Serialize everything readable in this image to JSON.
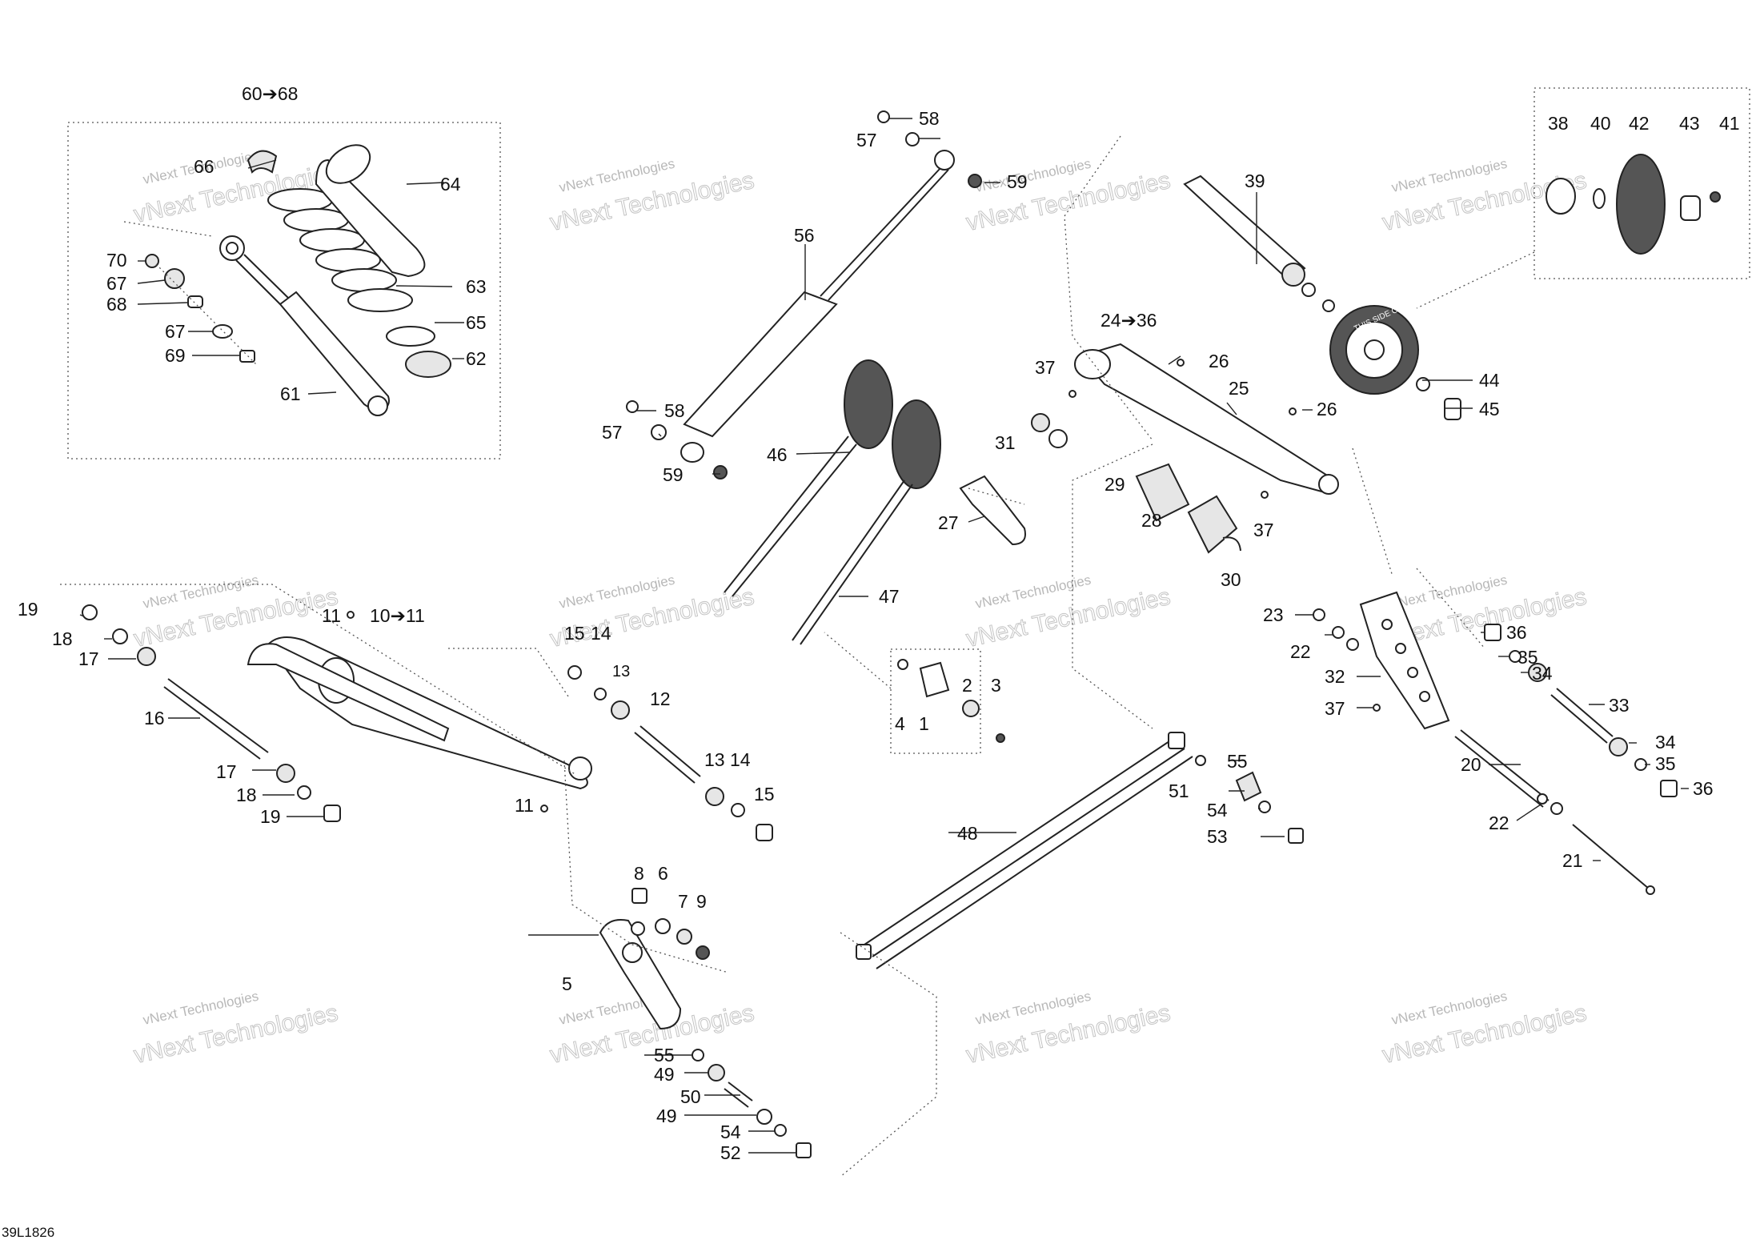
{
  "drawing_code": "39L1826",
  "watermark": {
    "line1": "vNext Technologies",
    "line2": "vNext Technologies"
  },
  "callouts": [
    {
      "id": "c60-68",
      "text": "60➔68"
    },
    {
      "id": "c66",
      "text": "66"
    },
    {
      "id": "c64",
      "text": "64"
    },
    {
      "id": "c70",
      "text": "70"
    },
    {
      "id": "c67a",
      "text": "67"
    },
    {
      "id": "c68",
      "text": "68"
    },
    {
      "id": "c63",
      "text": "63"
    },
    {
      "id": "c67b",
      "text": "67"
    },
    {
      "id": "c65",
      "text": "65"
    },
    {
      "id": "c69",
      "text": "69"
    },
    {
      "id": "c62",
      "text": "62"
    },
    {
      "id": "c61",
      "text": "61"
    },
    {
      "id": "c58a",
      "text": "58"
    },
    {
      "id": "c57a",
      "text": "57"
    },
    {
      "id": "c59a",
      "text": "59"
    },
    {
      "id": "c56",
      "text": "56"
    },
    {
      "id": "c58b",
      "text": "58"
    },
    {
      "id": "c57b",
      "text": "57"
    },
    {
      "id": "c59b",
      "text": "59"
    },
    {
      "id": "c46",
      "text": "46"
    },
    {
      "id": "c27",
      "text": "27"
    },
    {
      "id": "c47",
      "text": "47"
    },
    {
      "id": "c39",
      "text": "39"
    },
    {
      "id": "c24-36",
      "text": "24➔36"
    },
    {
      "id": "c26a",
      "text": "26"
    },
    {
      "id": "c37a",
      "text": "37"
    },
    {
      "id": "c25",
      "text": "25"
    },
    {
      "id": "c26b",
      "text": "26"
    },
    {
      "id": "c31",
      "text": "31"
    },
    {
      "id": "c29",
      "text": "29"
    },
    {
      "id": "c28",
      "text": "28"
    },
    {
      "id": "c37b",
      "text": "37"
    },
    {
      "id": "c30",
      "text": "30"
    },
    {
      "id": "c38",
      "text": "38"
    },
    {
      "id": "c40",
      "text": "40"
    },
    {
      "id": "c42",
      "text": "42"
    },
    {
      "id": "c43",
      "text": "43"
    },
    {
      "id": "c41",
      "text": "41"
    },
    {
      "id": "c44",
      "text": "44"
    },
    {
      "id": "c45",
      "text": "45"
    },
    {
      "id": "c19a",
      "text": "19"
    },
    {
      "id": "c18a",
      "text": "18"
    },
    {
      "id": "c17a",
      "text": "17"
    },
    {
      "id": "c16",
      "text": "16"
    },
    {
      "id": "c17b",
      "text": "17"
    },
    {
      "id": "c18b",
      "text": "18"
    },
    {
      "id": "c19b",
      "text": "19"
    },
    {
      "id": "c11a",
      "text": "11"
    },
    {
      "id": "c10-11",
      "text": "10➔11"
    },
    {
      "id": "c11b",
      "text": "11"
    },
    {
      "id": "c15a",
      "text": "15"
    },
    {
      "id": "c14a",
      "text": "14"
    },
    {
      "id": "c13a",
      "text": "13"
    },
    {
      "id": "c12",
      "text": "12"
    },
    {
      "id": "c13b",
      "text": "13"
    },
    {
      "id": "c14b",
      "text": "14"
    },
    {
      "id": "c15b",
      "text": "15"
    },
    {
      "id": "c4",
      "text": "4"
    },
    {
      "id": "c1",
      "text": "1"
    },
    {
      "id": "c2",
      "text": "2"
    },
    {
      "id": "c3",
      "text": "3"
    },
    {
      "id": "c8",
      "text": "8"
    },
    {
      "id": "c6",
      "text": "6"
    },
    {
      "id": "c7",
      "text": "7"
    },
    {
      "id": "c9",
      "text": "9"
    },
    {
      "id": "c5",
      "text": "5"
    },
    {
      "id": "c55a",
      "text": "55"
    },
    {
      "id": "c49a",
      "text": "49"
    },
    {
      "id": "c50",
      "text": "50"
    },
    {
      "id": "c49b",
      "text": "49"
    },
    {
      "id": "c54a",
      "text": "54"
    },
    {
      "id": "c52",
      "text": "52"
    },
    {
      "id": "c48",
      "text": "48"
    },
    {
      "id": "c55b",
      "text": "55"
    },
    {
      "id": "c51",
      "text": "51"
    },
    {
      "id": "c54b",
      "text": "54"
    },
    {
      "id": "c53",
      "text": "53"
    },
    {
      "id": "c23",
      "text": "23"
    },
    {
      "id": "c22a",
      "text": "22"
    },
    {
      "id": "c32",
      "text": "32"
    },
    {
      "id": "c37c",
      "text": "37"
    },
    {
      "id": "c36a",
      "text": "36"
    },
    {
      "id": "c35a",
      "text": "35"
    },
    {
      "id": "c34a",
      "text": "34"
    },
    {
      "id": "c33",
      "text": "33"
    },
    {
      "id": "c34b",
      "text": "34"
    },
    {
      "id": "c35b",
      "text": "35"
    },
    {
      "id": "c36b",
      "text": "36"
    },
    {
      "id": "c20",
      "text": "20"
    },
    {
      "id": "c22b",
      "text": "22"
    },
    {
      "id": "c21",
      "text": "21"
    }
  ],
  "wheel_imprint": "THIS SIDE OUT"
}
